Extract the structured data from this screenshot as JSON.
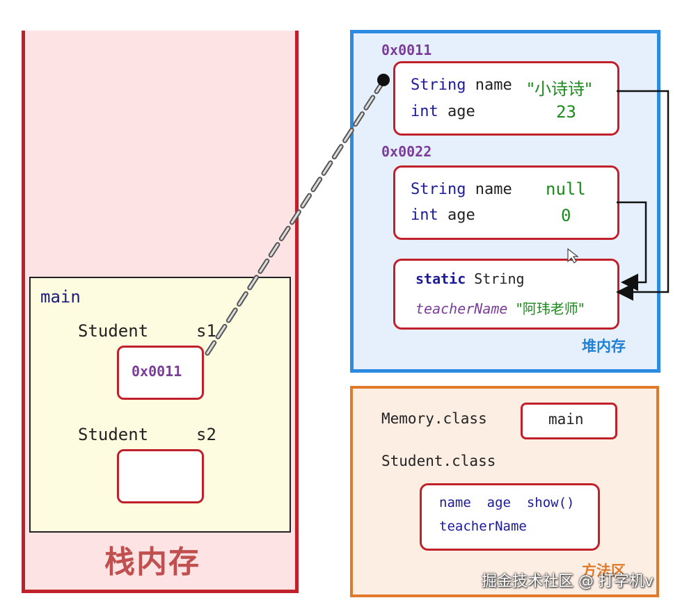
{
  "stack": {
    "title": "栈内存",
    "frame_name": "main",
    "vars": [
      {
        "type": "Student",
        "name": "s1",
        "value": "0x0011"
      },
      {
        "type": "Student",
        "name": "s2",
        "value": ""
      }
    ]
  },
  "heap": {
    "title": "堆内存",
    "objects": [
      {
        "address": "0x0011",
        "fields": [
          {
            "type": "String",
            "name": "name",
            "value": "\"小诗诗\""
          },
          {
            "type": "int",
            "name": "age",
            "value": "23"
          }
        ]
      },
      {
        "address": "0x0022",
        "fields": [
          {
            "type": "String",
            "name": "name",
            "value": "null"
          },
          {
            "type": "int",
            "name": "age",
            "value": "0"
          }
        ]
      }
    ],
    "static_field": {
      "modifier": "static",
      "type": "String",
      "name": "teacherName",
      "value": "\"阿玮老师\""
    }
  },
  "method_area": {
    "title": "方法区",
    "memory_class": "Memory.class",
    "memory_method": "main",
    "student_class": "Student.class",
    "student_members_line1": "name  age  show()",
    "student_members_line2": "teacherName"
  },
  "watermark": "掘金技术社区 @ 打字机v",
  "colors": {
    "stack_border": "#c0202a",
    "heap_border": "#2a8be0",
    "method_border": "#e07a2a",
    "address": "#7a3e99",
    "value": "#1a8a1a",
    "keyword": "#1a1a9a"
  }
}
